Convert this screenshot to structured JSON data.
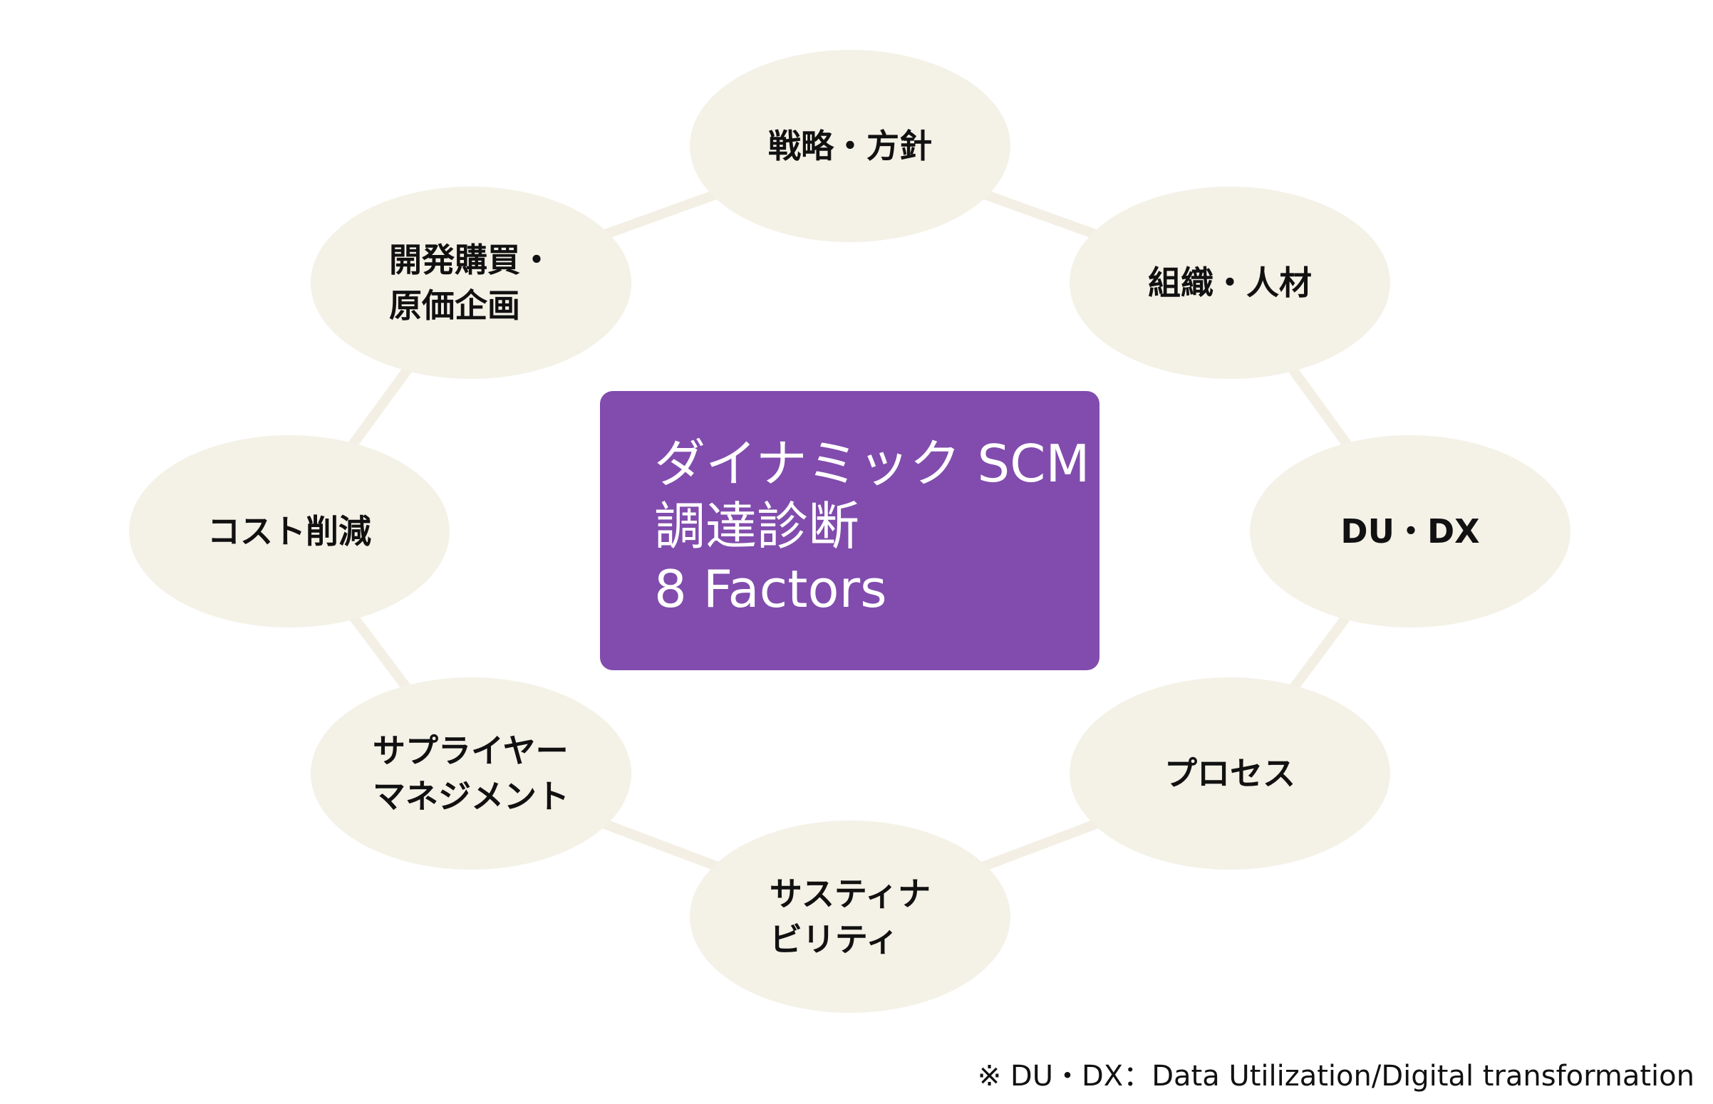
{
  "center": {
    "lines": [
      "ダイナミック SCM",
      "調達診断",
      "8 Factors"
    ],
    "color": "#814cad"
  },
  "factors": [
    {
      "lines": [
        "戦略・方針"
      ]
    },
    {
      "lines": [
        "組織・人材"
      ]
    },
    {
      "lines": [
        "DU・DX"
      ]
    },
    {
      "lines": [
        "プロセス"
      ]
    },
    {
      "lines": [
        "サスティナ",
        "ビリティ"
      ]
    },
    {
      "lines": [
        "サプライヤー",
        "マネジメント"
      ]
    },
    {
      "lines": [
        "コスト削減"
      ]
    },
    {
      "lines": [
        "開発購買・",
        "原価企画"
      ]
    }
  ],
  "footnote": "※ DU・DX：Data Utilization/Digital transformation",
  "colors": {
    "node": "#f4f1e7",
    "link": "#f3efe4"
  }
}
